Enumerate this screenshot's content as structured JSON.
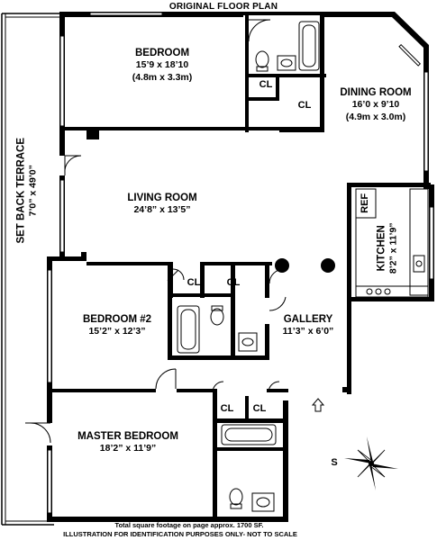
{
  "header": {
    "title": "ORIGINAL FLOOR PLAN"
  },
  "rooms": {
    "bedroom": {
      "name": "BEDROOM",
      "dim_imperial": "15’9 x 18’10",
      "dim_metric": "(4.8m x 3.3m)"
    },
    "dining_room": {
      "name": "DINING ROOM",
      "dim_imperial": "16’0 x 9’10",
      "dim_metric": "(4.9m x 3.0m)"
    },
    "living_room": {
      "name": "LIVING ROOM",
      "dim": "24’8” x 13’5”"
    },
    "bedroom2": {
      "name": "BEDROOM #2",
      "dim": "15’2” x 12’3”"
    },
    "gallery": {
      "name": "GALLERY",
      "dim": "11’3” x 6’0”"
    },
    "master_bedroom": {
      "name": "MASTER BEDROOM",
      "dim": "18’2” x 11’9”"
    },
    "kitchen": {
      "name": "KITCHEN",
      "dim": "8’2” x 11’9”"
    },
    "terrace": {
      "name": "SET BACK TERRACE",
      "dim": "7’0” x 49’0”"
    }
  },
  "closets": {
    "cl_1": "CL",
    "cl_2": "CL",
    "cl_3": "CL",
    "cl_4": "CL",
    "cl_5": "CL",
    "cl_6": "CL"
  },
  "fixtures": {
    "ref": "REF"
  },
  "compass": {
    "direction_label": "S",
    "icon": "compass-rose-icon"
  },
  "entry": {
    "icon": "entry-arrow-icon"
  },
  "footer": {
    "line1": "Total square footage on page approx. 1700 SF.",
    "line2": "ILLUSTRATION FOR IDENTIFICATION PURPOSES ONLY- NOT TO SCALE"
  },
  "colors": {
    "walls": "#000000",
    "background": "#ffffff",
    "window": "#ffffff"
  }
}
